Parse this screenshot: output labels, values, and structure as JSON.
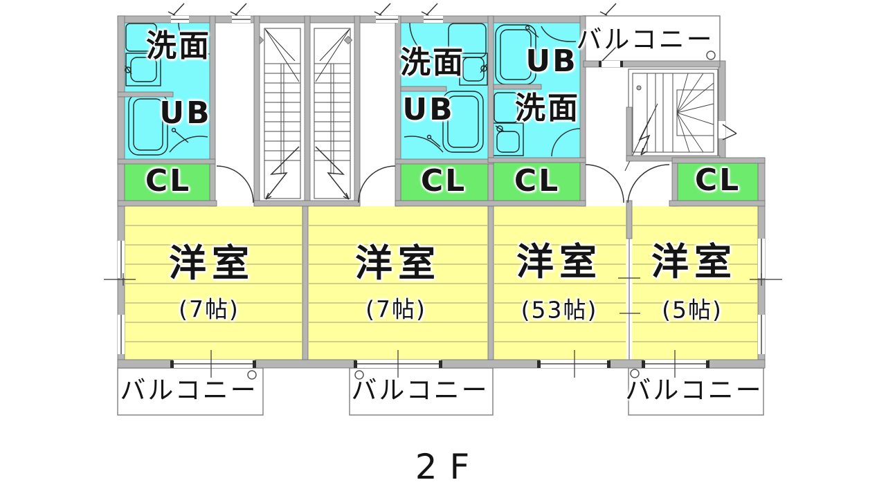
{
  "floor_plan": {
    "floor_label": "2F",
    "legend_colors": {
      "wet_area": "#7efafd",
      "closet": "#6deb6d",
      "room": "#ffff9e",
      "wall": "#b5b5b5"
    },
    "units": [
      {
        "washroom_label": "洗面",
        "bath_label": "UB",
        "closet_label": "CL",
        "room_label": "洋室",
        "room_size": "(7帖)"
      },
      {
        "washroom_label": "洗面",
        "bath_label": "UB",
        "closet_label": "CL",
        "room_label": "洋室",
        "room_size": "(7帖)"
      },
      {
        "washroom_label": "洗面",
        "bath_label": "UB",
        "closet_label": "CL",
        "room_label": "洋室",
        "room_size": "(53帖)"
      },
      {
        "closet_label": "CL",
        "room_label": "洋室",
        "room_size": "(5帖)"
      }
    ],
    "balconies": [
      {
        "label": "バルコニー",
        "position": "top-right"
      },
      {
        "label": "バルコニー",
        "position": "bottom-left"
      },
      {
        "label": "バルコニー",
        "position": "bottom-center"
      },
      {
        "label": "バルコニー",
        "position": "bottom-right"
      }
    ]
  }
}
